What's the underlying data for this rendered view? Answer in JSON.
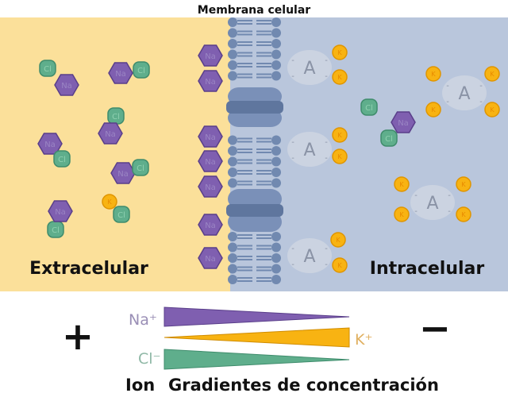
{
  "title": "Membrana celular",
  "regions": {
    "extracellular": "Extracelular",
    "intracellular": "Intracelular"
  },
  "ion_labels": {
    "na": "Na",
    "cl": "Cl",
    "k": "K",
    "anion": "A",
    "minus_tick": "-"
  },
  "gradient": {
    "plus": "+",
    "minus": "−",
    "na_label": "Na⁺",
    "k_label": "K⁺",
    "cl_label": "Cl⁻",
    "caption_ion": "Ion",
    "caption": "Gradientes de concentración"
  },
  "colors": {
    "extracellular_bg": "#fbe09a",
    "intracellular_bg": "#b9c6dc",
    "membrane": "#7189b0",
    "na": "#7f5fb0",
    "cl": "#5fae8c",
    "k": "#f8b312",
    "anion": "#d3d9e3"
  }
}
